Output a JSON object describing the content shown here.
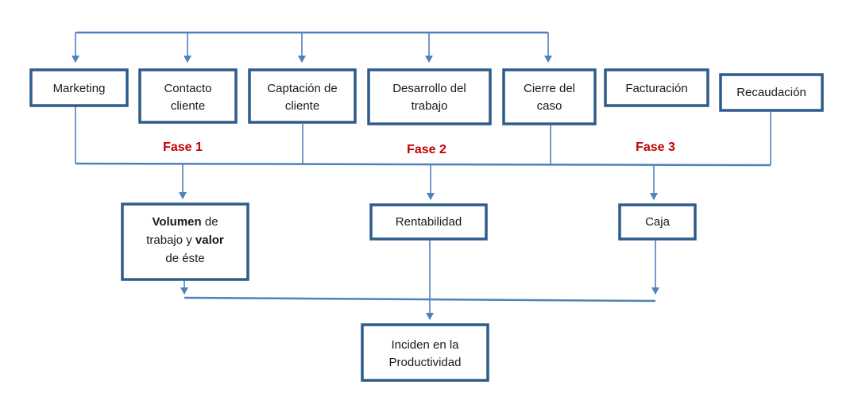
{
  "top_boxes": [
    {
      "id": "marketing",
      "lines": [
        "Marketing"
      ]
    },
    {
      "id": "contacto",
      "lines": [
        "Contacto",
        "cliente"
      ]
    },
    {
      "id": "captacion",
      "lines": [
        "Captación de",
        "cliente"
      ]
    },
    {
      "id": "desarrollo",
      "lines": [
        "Desarrollo del",
        "trabajo"
      ]
    },
    {
      "id": "cierre",
      "lines": [
        "Cierre del",
        "caso"
      ]
    },
    {
      "id": "facturacion",
      "lines": [
        "Facturación"
      ]
    },
    {
      "id": "recaudacion",
      "lines": [
        "Recaudación"
      ]
    }
  ],
  "phases": [
    "Fase 1",
    "Fase 2",
    "Fase 3"
  ],
  "volumen": {
    "w1": "Volumen",
    "w2": " de",
    "w3": "trabajo y ",
    "w4": "valor",
    "w5": "de éste"
  },
  "rentabilidad": "Rentabilidad",
  "caja": "Caja",
  "inciden": {
    "line1": "Inciden en la",
    "line2": "Productividad"
  },
  "colors": {
    "connector": "#4f81bd",
    "box_border": "#2e5c8a",
    "phase_text": "#c00000"
  }
}
